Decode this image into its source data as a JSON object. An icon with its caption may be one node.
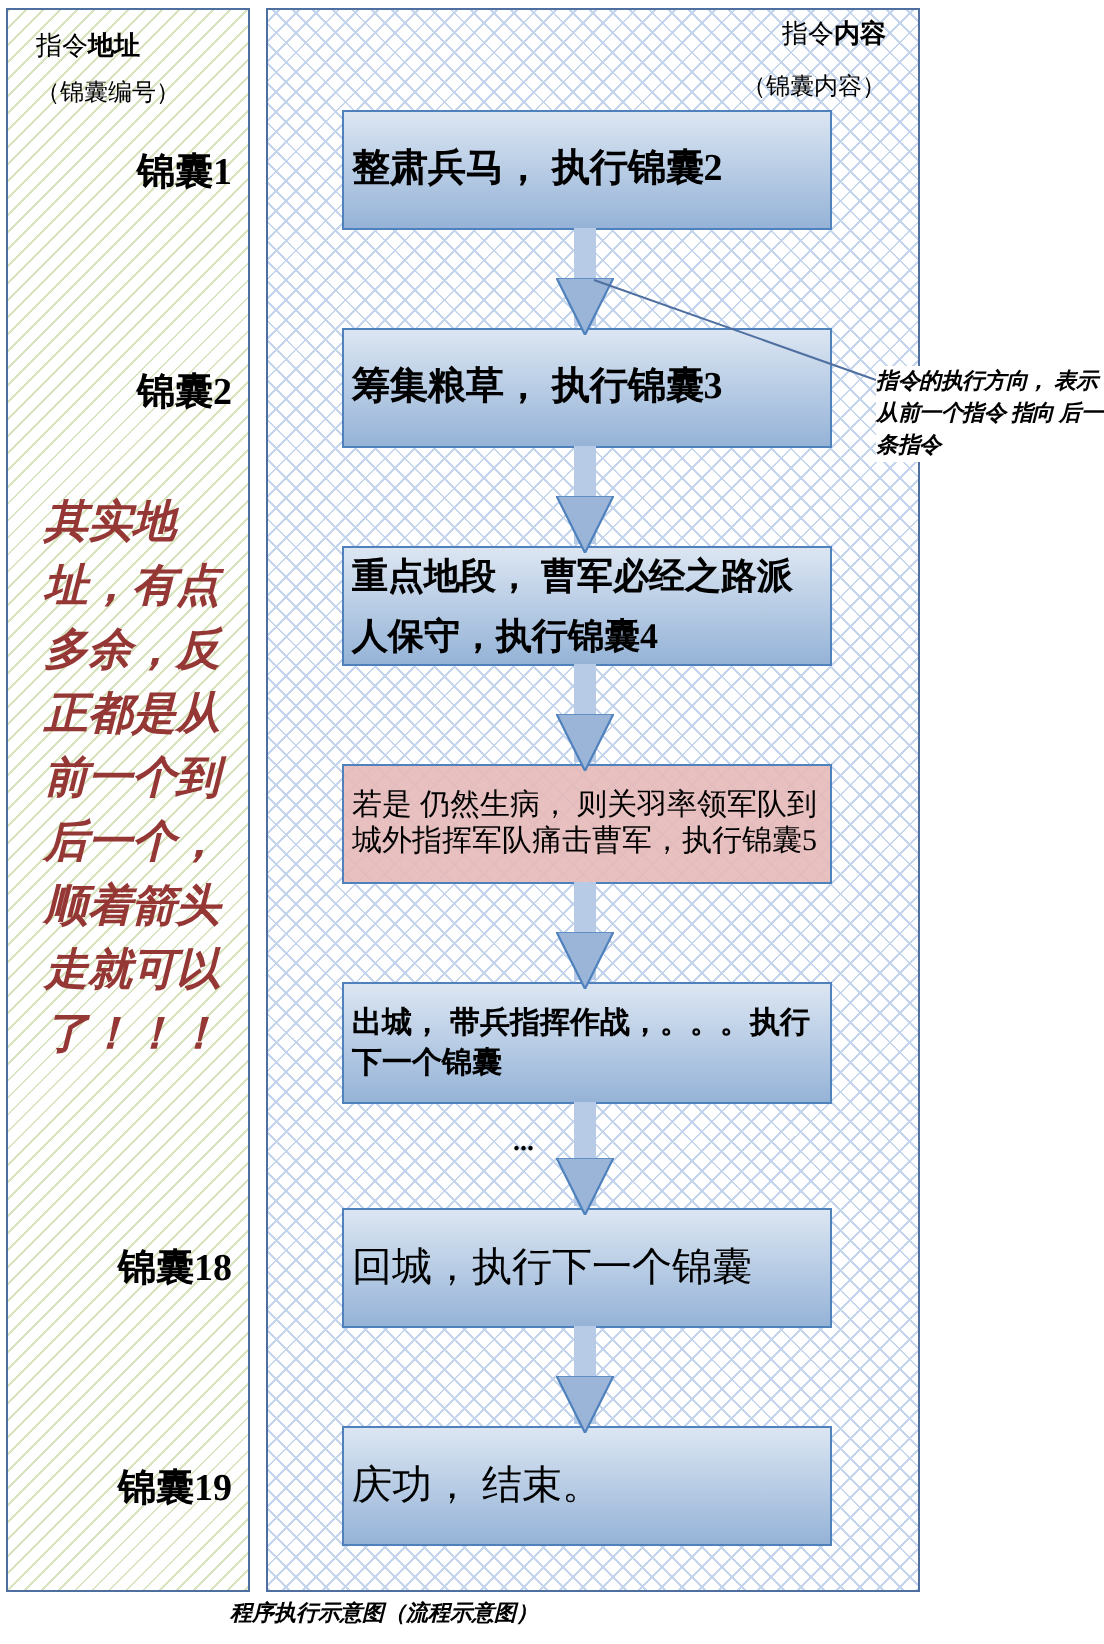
{
  "diagram": {
    "caption": "程序执行示意图（流程示意图）",
    "nodes": [
      {
        "text": [
          "指令**地址**",
          "（锦囊编号）",
          "锦囊1",
          "锦囊2",
          "其实地址，有点多余，反正都是从前一个到后一个，顺着箭头走就可以了！！！",
          "锦囊18",
          "锦囊19"
        ]
      },
      {
        "text": [
          "指令**内容**",
          "（锦囊内容）"
        ]
      },
      {
        "text": [
          "整肃兵马， 执行锦囊2"
        ],
        "in": 1
      },
      {
        "text": [
          "筹集粮草， 执行锦囊3"
        ],
        "in": 1
      },
      {
        "text": [
          "重点地段， 曹军必经之路派人保守，执行锦囊4"
        ],
        "in": 1
      },
      {
        "text": [
          "若是 仍然生病， 则关羽率领军队到城外指挥军队痛击曹军，执行锦囊5"
        ],
        "in": 1
      },
      {
        "text": [
          "出城， 带兵指挥作战，。。。执行下一个锦囊"
        ],
        "in": 1
      },
      {
        "text": [
          "回城，执行下一个锦囊"
        ],
        "in": 1
      },
      {
        "text": [
          "庆功， 结束。"
        ],
        "in": 1
      },
      {
        "text": [
          "指令的执行方向， 表示从前一个指令 指向 后一条指令"
        ]
      }
    ],
    "edges": [
      {
        "from": 2,
        "to": 3,
        "arrow": "to"
      },
      {
        "from": 3,
        "to": 4,
        "arrow": "to"
      },
      {
        "from": 4,
        "to": 5,
        "arrow": "to"
      },
      {
        "from": 5,
        "to": 6,
        "arrow": "to"
      },
      {
        "from": 6,
        "to": 7,
        "arrow": "to",
        "label": "..."
      },
      {
        "from": 7,
        "to": 8,
        "arrow": "to"
      },
      {
        "from": 9,
        "to": null,
        "arrow": "none",
        "color": "#4f6fa0"
      }
    ]
  }
}
